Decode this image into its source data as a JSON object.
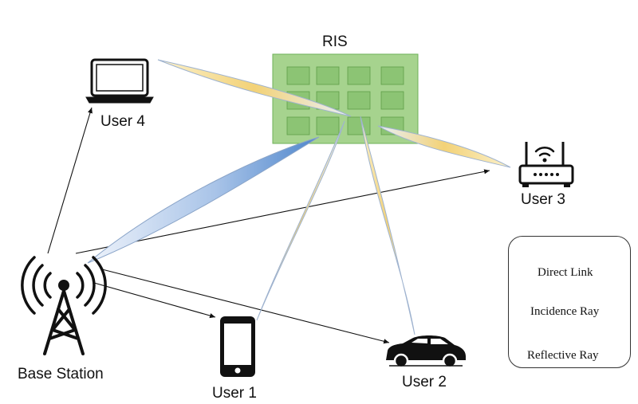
{
  "diagram": {
    "ris_label": "RIS",
    "nodes": {
      "user4": "User 4",
      "user3": "User 3",
      "base_station": "Base Station",
      "user1": "User 1",
      "user2": "User 2"
    },
    "legend": {
      "direct_link": "Direct Link",
      "incidence_ray": "Incidence Ray",
      "reflective_ray": "Reflective Ray"
    },
    "colors": {
      "ris_fill": "#a6d38e",
      "ris_border": "#6fb158",
      "ris_element": "#8cc474",
      "incidence": "#5b8fd0",
      "reflective": "#f2cf6a",
      "ray_outline": "#8aa4c8"
    }
  }
}
